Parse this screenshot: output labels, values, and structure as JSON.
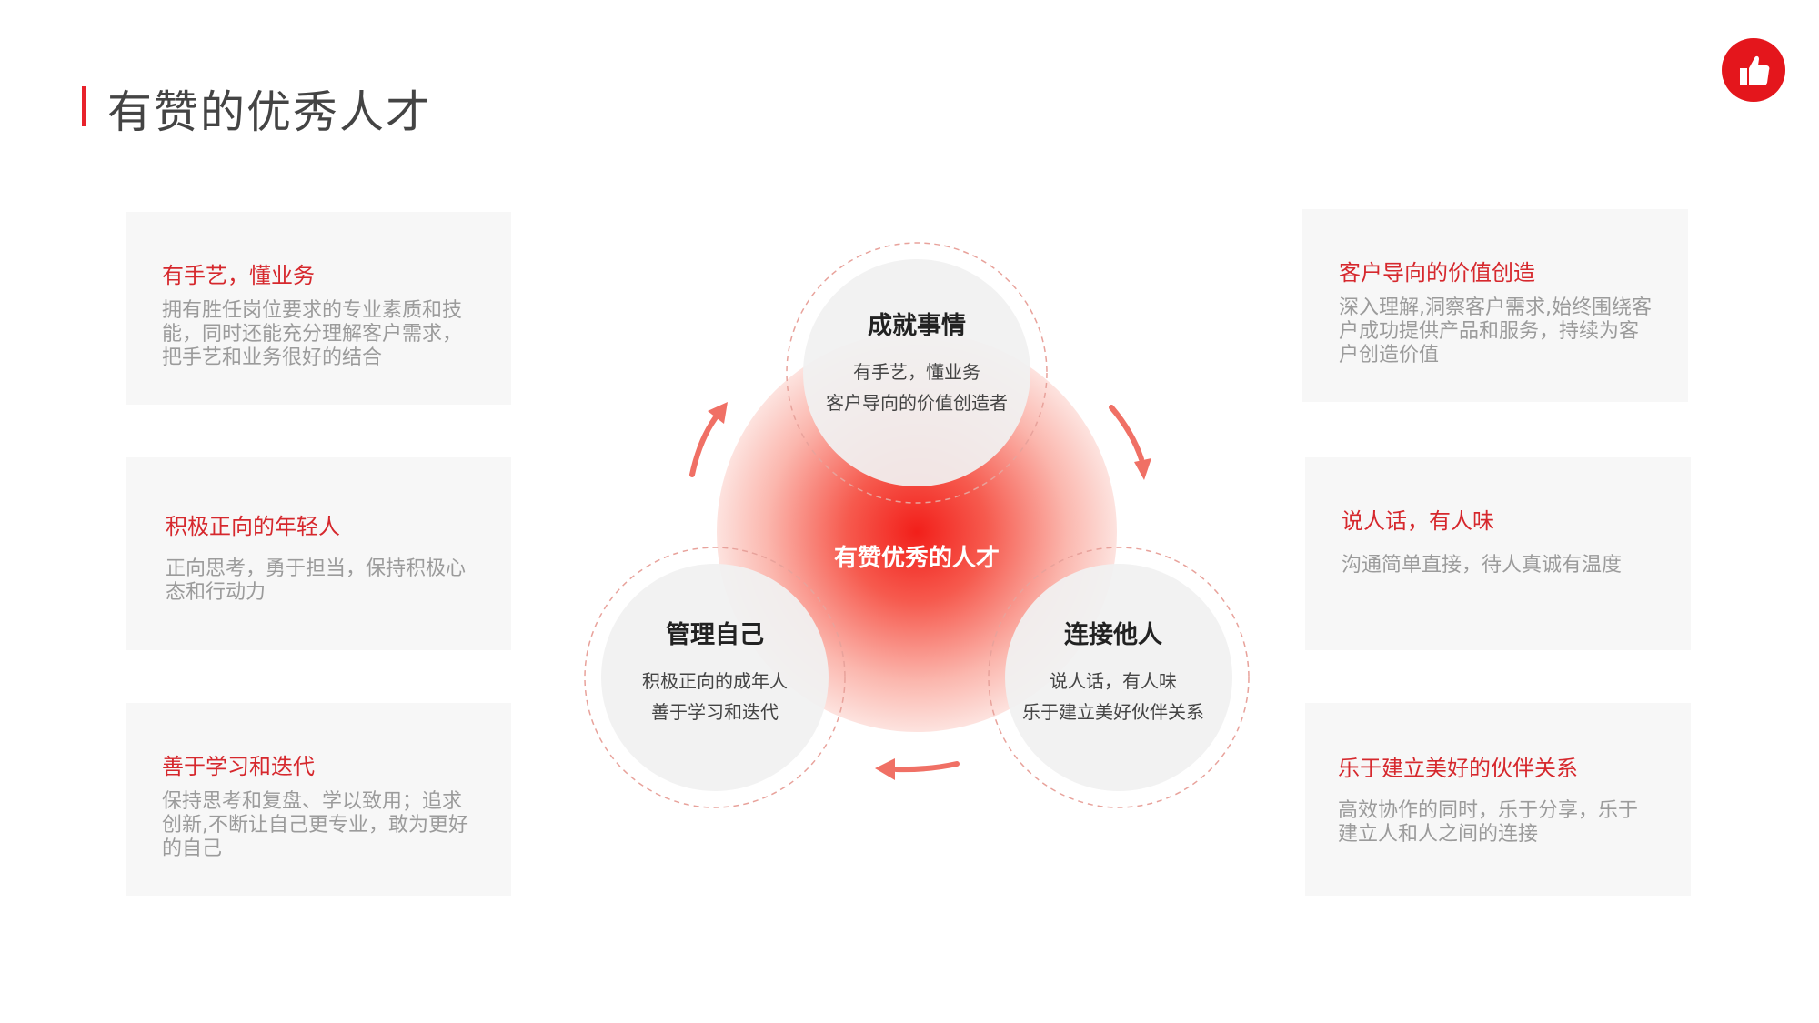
{
  "page": {
    "title": "有赞的优秀人才"
  },
  "colors": {
    "accent": "#e8222b",
    "card_bg": "#f7f7f7",
    "card_title": "#d6282d",
    "card_text": "#9b9b9b",
    "node_bg": "#f1f1f1"
  },
  "logo": {
    "icon": "thumbs-up-icon"
  },
  "cards": {
    "left": [
      {
        "title": "有手艺，懂业务",
        "body": "拥有胜任岗位要求的专业素质和技能，同时还能充分理解客户需求，把手艺和业务很好的结合"
      },
      {
        "title": "积极正向的年轻人",
        "body": "正向思考，勇于担当，保持积极心态和行动力"
      },
      {
        "title": "善于学习和迭代",
        "body": "保持思考和复盘、学以致用；追求创新,不断让自己更专业，敢为更好的自己"
      }
    ],
    "right": [
      {
        "title": "客户导向的价值创造",
        "body": "深入理解,洞察客户需求,始终围绕客户成功提供产品和服务，持续为客户创造价值"
      },
      {
        "title": "说人话，有人味",
        "body": "沟通简单直接，待人真诚有温度"
      },
      {
        "title": "乐于建立美好的伙伴关系",
        "body": "高效协作的同时，乐于分享，乐于建立人和人之间的连接"
      }
    ]
  },
  "diagram": {
    "center": "有赞优秀的人才",
    "nodes": {
      "top": {
        "title": "成就事情",
        "lines": [
          "有手艺，懂业务",
          "客户导向的价值创造者"
        ]
      },
      "left": {
        "title": "管理自己",
        "lines": [
          "积极正向的成年人",
          "善于学习和迭代"
        ]
      },
      "right": {
        "title": "连接他人",
        "lines": [
          "说人话，有人味",
          "乐于建立美好伙伴关系"
        ]
      }
    }
  }
}
